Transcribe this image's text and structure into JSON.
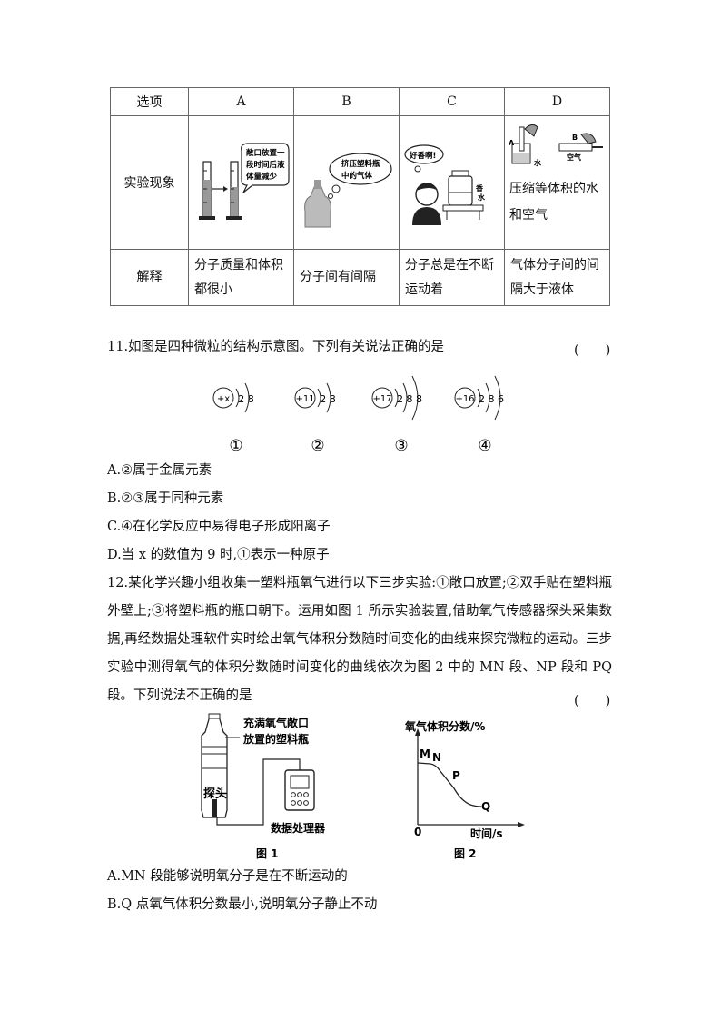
{
  "table": {
    "headers": [
      "选项",
      "A",
      "B",
      "C",
      "D"
    ],
    "row_observation_label": "实验现象",
    "row_explanation_label": "解释",
    "cell_a_bubble": [
      "敞口放置一",
      "段时间后液",
      "体量减少"
    ],
    "cell_b_bubble": [
      "挤压塑料瓶",
      "中的气体"
    ],
    "cell_c_bubble": "好香啊!",
    "cell_c_bottle_label": [
      "香",
      "水"
    ],
    "cell_d_label_a": "A",
    "cell_d_label_b": "B",
    "cell_d_label_water": "水",
    "cell_d_label_air": "空气",
    "cell_d_text": "压缩等体积的水和空气",
    "explanations": [
      "分子质量和体积都很小",
      "分子间有间隔",
      "分子总是在不断运动着",
      "气体分子间的间隔大于液体"
    ]
  },
  "q11": {
    "stem": "11.如图是四种微粒的结构示意图。下列有关说法正确的是",
    "paren": "(　　)",
    "atoms": [
      {
        "nucleus": "+x",
        "shells": "2 8",
        "label": "①"
      },
      {
        "nucleus": "+11",
        "shells": "2 8",
        "label": "②"
      },
      {
        "nucleus": "+17",
        "shells": "2 8 8",
        "label": "③"
      },
      {
        "nucleus": "+16",
        "shells": "2 8 6",
        "label": "④"
      }
    ],
    "options": [
      "A.②属于金属元素",
      "B.②③属于同种元素",
      "C.④在化学反应中易得电子形成阳离子",
      "D.当 x 的数值为 9 时,①表示一种原子"
    ]
  },
  "q12": {
    "stem": "12.某化学兴趣小组收集一塑料瓶氧气进行以下三步实验:①敞口放置;②双手贴在塑料瓶外壁上;③将塑料瓶的瓶口朝下。运用如图 1 所示实验装置,借助氧气传感器探头采集数据,再经数据处理软件实时绘出氧气体积分数随时间变化的曲线来探究微粒的运动。三步实验中测得氧气的体积分数随时间变化的曲线依次为图 2 中的 MN 段、NP 段和 PQ 段。下列说法不正确的是",
    "paren": "(　　)",
    "fig1": {
      "bottle_label": [
        "充满氧气敞口",
        "放置的塑料瓶"
      ],
      "probe_label": "探头",
      "processor_label": "数据处理器",
      "caption": "图 1"
    },
    "fig2": {
      "ylabel": "氧气体积分数/%",
      "xlabel": "时间/s",
      "origin": "0",
      "points": [
        "M",
        "N",
        "P",
        "Q"
      ],
      "caption": "图 2"
    },
    "options": [
      "A.MN 段能够说明氧分子是在不断运动的",
      "B.Q 点氧气体积分数最小,说明氧分子静止不动"
    ]
  }
}
